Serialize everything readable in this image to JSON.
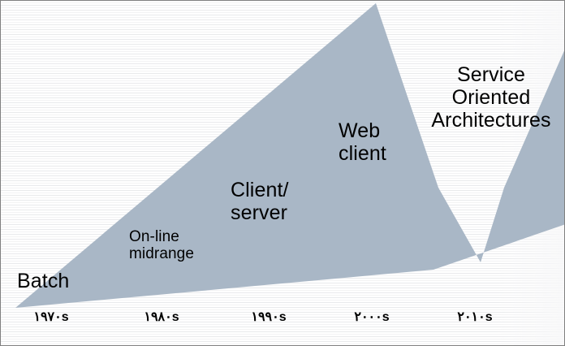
{
  "diagram": {
    "title": "Evolution of computing architectures timeline arrow",
    "arrow": {
      "fill_color": "#a9b7c6",
      "direction": "up-right",
      "shape": "block-arrow"
    },
    "background": {
      "color": "#ffffff",
      "stripe_color": "#e9eaec",
      "border_color": "#808080"
    }
  },
  "eras": [
    {
      "id": "batch",
      "label": "Batch"
    },
    {
      "id": "online-midrange",
      "label": "On-line\nmidrange"
    },
    {
      "id": "client-server",
      "label": "Client/\nserver"
    },
    {
      "id": "web-client",
      "label": "Web\nclient"
    },
    {
      "id": "soa",
      "label": "Service\nOriented\nArchitectures"
    }
  ],
  "axis": {
    "name": "decades",
    "ticks": [
      {
        "id": "1970s",
        "digits": "١٩٧٠",
        "suffix": "s"
      },
      {
        "id": "1980s",
        "digits": "١٩٨٠",
        "suffix": "s"
      },
      {
        "id": "1990s",
        "digits": "١٩٩٠",
        "suffix": "s"
      },
      {
        "id": "2000s",
        "digits": "٢٠٠٠",
        "suffix": "s"
      },
      {
        "id": "2010s",
        "digits": "٢٠١٠",
        "suffix": "s"
      }
    ]
  }
}
